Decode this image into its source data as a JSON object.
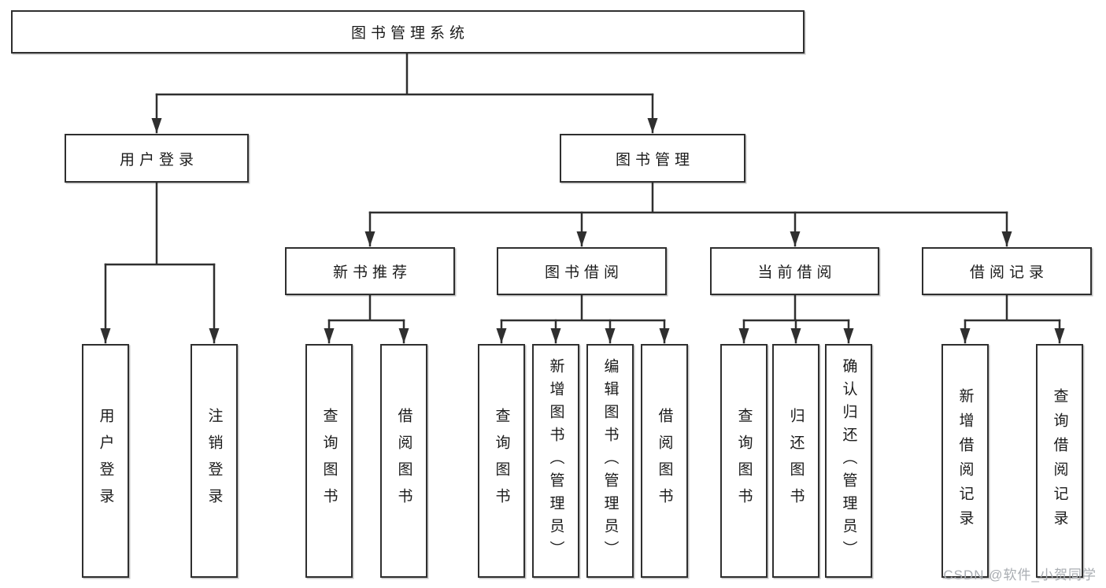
{
  "nodes": {
    "root": "图书管理系统",
    "user_login": "用户登录",
    "book_mgmt": "图书管理",
    "new_book_rec": "新书推荐",
    "book_borrow": "图书借阅",
    "current_borrow": "当前借阅",
    "borrow_record": "借阅记录",
    "leaf_user_login": "用户登录",
    "leaf_logout": "注销登录",
    "leaf_rec_query_book": "查询图书",
    "leaf_rec_borrow_book": "借阅图书",
    "leaf_bb_query_book": "查询图书",
    "leaf_bb_add_book": "新增图书（管理员）",
    "leaf_bb_edit_book": "编辑图书（管理员）",
    "leaf_bb_borrow_book": "借阅图书",
    "leaf_cb_query_book": "查询图书",
    "leaf_cb_return_book": "归还图书",
    "leaf_cb_confirm_return": "确认归还（管理员）",
    "leaf_br_add_record": "新增借阅记录",
    "leaf_br_query_record": "查询借阅记录"
  },
  "watermark": "CSDN @软件_小贺同学",
  "colors": {
    "line": "#2f2f2f",
    "box_border": "#2f2f2f",
    "box_fill": "#ffffff",
    "text": "#1b1b1b",
    "watermark": "#a9adb2"
  }
}
